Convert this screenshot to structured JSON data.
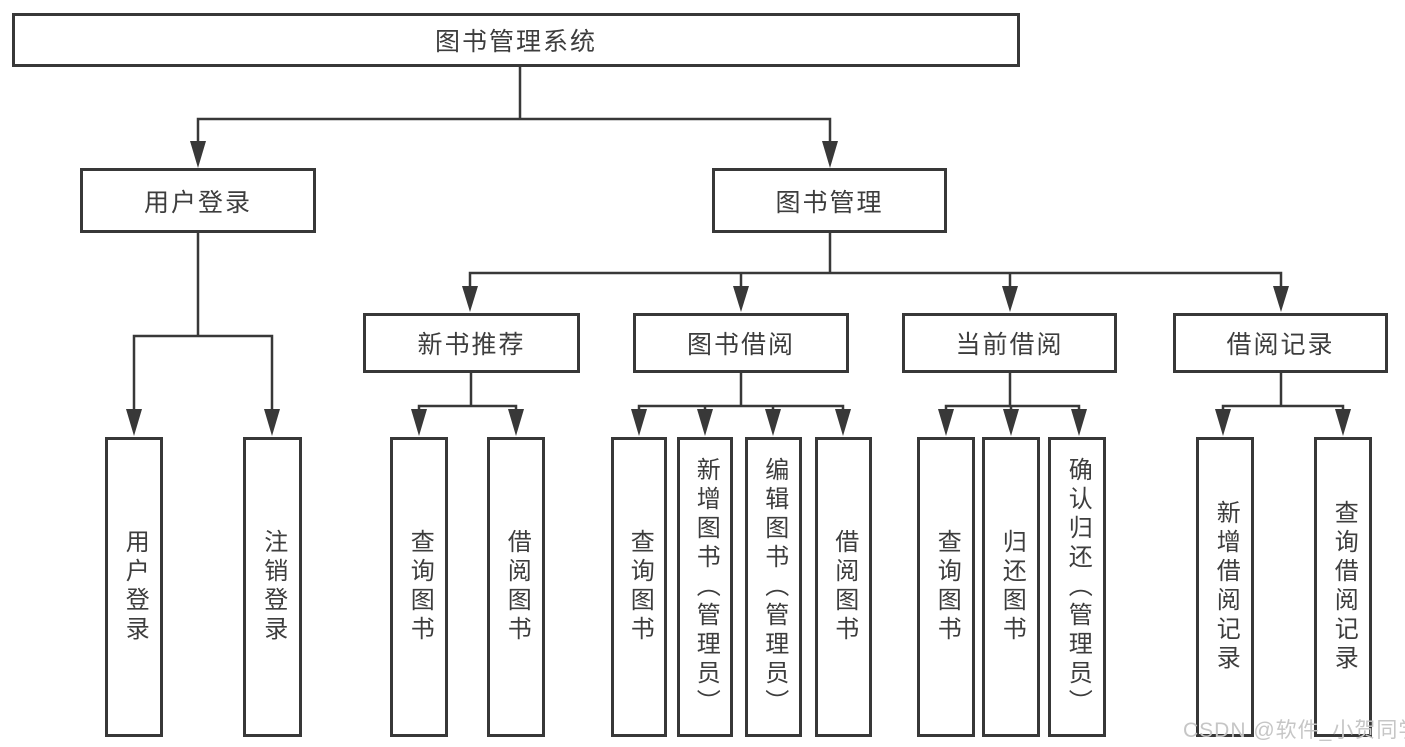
{
  "title": "图书管理系统",
  "nodes": {
    "root": "图书管理系统",
    "level2": [
      "用户登录",
      "图书管理"
    ],
    "level3": [
      "新书推荐",
      "图书借阅",
      "当前借阅",
      "借阅记录"
    ],
    "leaves": {
      "login": [
        "用户登录",
        "注销登录"
      ],
      "recommend": [
        "查询图书",
        "借阅图书"
      ],
      "borrow": [
        "查询图书",
        "新增图书（管理员）",
        "编辑图书（管理员）",
        "借阅图书"
      ],
      "current": [
        "查询图书",
        "归还图书",
        "确认归还（管理员）"
      ],
      "records": [
        "新增借阅记录",
        "查询借阅记录"
      ]
    }
  },
  "watermark": "CSDN @软件_小贺同学",
  "colors": {
    "line": "#383838",
    "text": "#3d3d3d",
    "box_background": "#ffffff",
    "watermark": "#c6c6c6"
  }
}
